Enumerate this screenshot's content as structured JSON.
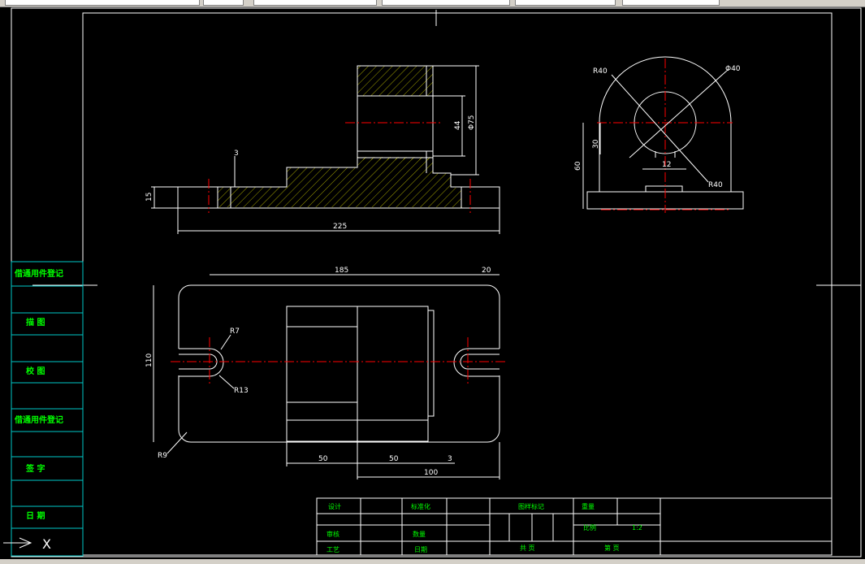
{
  "toolbar": {
    "fields": [
      "",
      "",
      "",
      "",
      "",
      ""
    ]
  },
  "front_view": {
    "dims": {
      "d3": "3",
      "d15": "15",
      "d44": "44",
      "d75": "Φ75",
      "d225": "225"
    }
  },
  "side_view": {
    "dims": {
      "r40a": "R40",
      "phi40": "Φ40",
      "d30": "30",
      "d60": "60",
      "d12": "12",
      "r40b": "R40"
    }
  },
  "top_view": {
    "dims": {
      "d185": "185",
      "d20": "20",
      "d110": "110",
      "r7": "R7",
      "r13": "R13",
      "r9": "R9",
      "d50a": "50",
      "d50b": "50",
      "d3": "3",
      "d100": "100"
    }
  },
  "left_column": {
    "labels": [
      "借通用件登记",
      "描 图",
      "校 图",
      "借通用件登记",
      "签 字",
      "日 期"
    ]
  },
  "title_block": {
    "design": "设计",
    "standardized": "标准化",
    "drawing_mark": "图样标记",
    "weight": "重量",
    "review": "审核",
    "quantity": "数量",
    "scale_label": "比例",
    "scale_value": "1:2",
    "process": "工艺",
    "date": "日期",
    "total_pages": "共 页",
    "page_num": "第 页"
  },
  "ucs_icon": {
    "x_label": "X"
  },
  "colors": {
    "line": "#ffffff",
    "center": "#ff0000",
    "hatch": "#c8c800",
    "frame": "#00c8c8",
    "label": "#00ff00"
  }
}
